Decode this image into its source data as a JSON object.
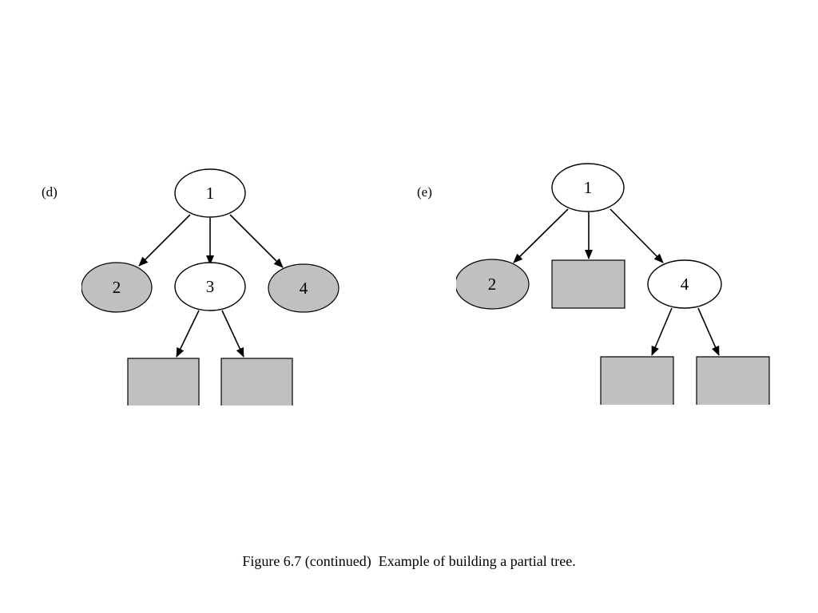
{
  "caption": "Figure 6.7 (continued)  Example of building a partial tree.",
  "colors": {
    "expanded_node_fill": "#ffffff",
    "leaf_node_fill": "#c0c0c0",
    "subtree_box_fill": "#c0c0c0",
    "stroke": "#000000"
  },
  "panels": [
    {
      "label": "(d)",
      "nodes": [
        {
          "id": "d1",
          "label": "1",
          "shape": "ellipse",
          "fill": "white"
        },
        {
          "id": "d2",
          "label": "2",
          "shape": "ellipse",
          "fill": "gray"
        },
        {
          "id": "d3",
          "label": "3",
          "shape": "ellipse",
          "fill": "white"
        },
        {
          "id": "d4",
          "label": "4",
          "shape": "ellipse",
          "fill": "gray"
        },
        {
          "id": "d3a",
          "label": "",
          "shape": "box",
          "fill": "gray"
        },
        {
          "id": "d3b",
          "label": "",
          "shape": "box",
          "fill": "gray"
        }
      ],
      "edges": [
        [
          "d1",
          "d2"
        ],
        [
          "d1",
          "d3"
        ],
        [
          "d1",
          "d4"
        ],
        [
          "d3",
          "d3a"
        ],
        [
          "d3",
          "d3b"
        ]
      ]
    },
    {
      "label": "(e)",
      "nodes": [
        {
          "id": "e1",
          "label": "1",
          "shape": "ellipse",
          "fill": "white"
        },
        {
          "id": "e2",
          "label": "2",
          "shape": "ellipse",
          "fill": "gray"
        },
        {
          "id": "e3",
          "label": "",
          "shape": "box",
          "fill": "gray"
        },
        {
          "id": "e4",
          "label": "4",
          "shape": "ellipse",
          "fill": "white"
        },
        {
          "id": "e4a",
          "label": "",
          "shape": "box",
          "fill": "gray"
        },
        {
          "id": "e4b",
          "label": "",
          "shape": "box",
          "fill": "gray"
        }
      ],
      "edges": [
        [
          "e1",
          "e2"
        ],
        [
          "e1",
          "e3"
        ],
        [
          "e1",
          "e4"
        ],
        [
          "e4",
          "e4a"
        ],
        [
          "e4",
          "e4b"
        ]
      ]
    }
  ]
}
